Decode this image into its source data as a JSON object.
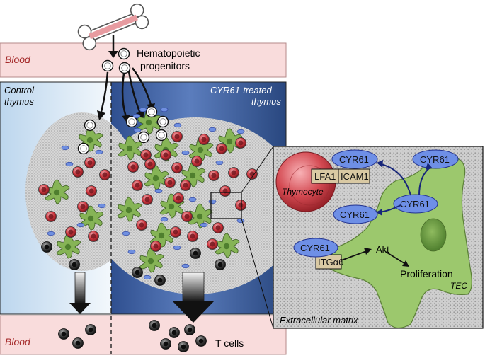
{
  "labels": {
    "blood_top": "Blood",
    "blood_bottom": "Blood",
    "hematopoietic_1": "Hematopoietic",
    "hematopoietic_2": "progenitors",
    "control_1": "Control",
    "control_2": "thymus",
    "treated_1": "CYR61-treated",
    "treated_2": "thymus",
    "t_cells": "T cells",
    "extracellular_matrix": "Extracellular matrix",
    "thymocyte": "Thymocyte",
    "lfa1": "LFA1",
    "icam1": "ICAM1",
    "itga6": "ITGα6",
    "akt": "Akt",
    "proliferation": "Proliferation",
    "tec": "TEC",
    "cyr61_top_left": "CYR61",
    "cyr61_top_right": "CYR61",
    "cyr61_center": "CYR61",
    "cyr61_left": "CYR61",
    "cyr61_bottom": "CYR61"
  },
  "colors": {
    "blood_band": "#f9dcdc",
    "blood_text": "#a52a2a",
    "thymocyte_red": "#c9323a",
    "tec_green": "#7fae50",
    "cyr61_blue": "#4d6fd8",
    "box_tan": "#d9c9a3",
    "arrow_navy": "#17267a"
  },
  "icons": [
    "bone-icon",
    "arrow-down-icon",
    "cell-icon"
  ]
}
